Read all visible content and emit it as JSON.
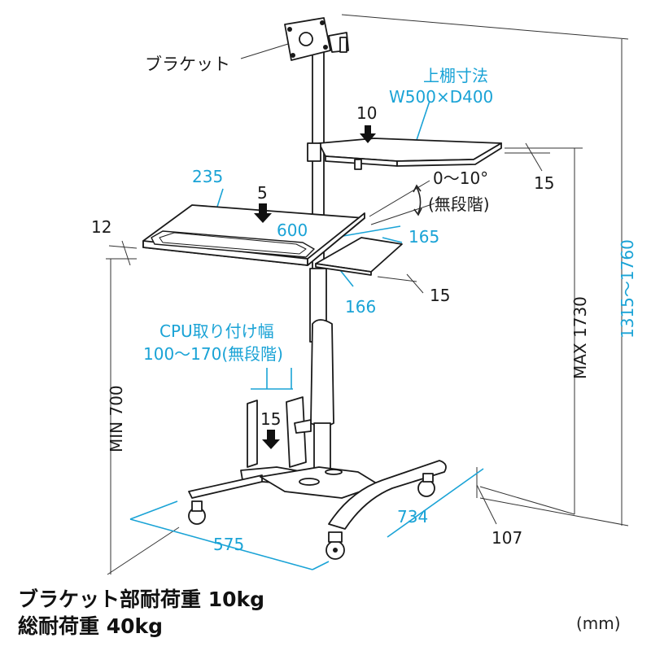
{
  "labels": {
    "bracket": "ブラケット",
    "top_shelf_title": "上棚寸法",
    "top_shelf_size": "W500×D400",
    "top_thickness": "10",
    "top_side": "15",
    "tilt_angle": "0～10°",
    "tilt_note": "(無段階)",
    "kb_depth": "235",
    "kb_thickness": "5",
    "kb_width": "600",
    "kb_edge": "12",
    "mouse_depth": "165",
    "mouse_width": "166",
    "mouse_side": "15",
    "cpu_title": "CPU取り付け幅",
    "cpu_range": "100～170(無段階)",
    "cpu_thickness": "15",
    "min_height": "MIN 700",
    "max_height": "MAX 1730",
    "total_range": "1315～1760",
    "base_width": "575",
    "base_depth": "734",
    "base_height": "107"
  },
  "notes": {
    "bracket_load": "ブラケット部耐荷重 10kg",
    "total_load": "総耐荷重 40kg"
  },
  "unit": "(mm)",
  "colors": {
    "dimension": "#1aa3d6",
    "line": "#222222"
  }
}
